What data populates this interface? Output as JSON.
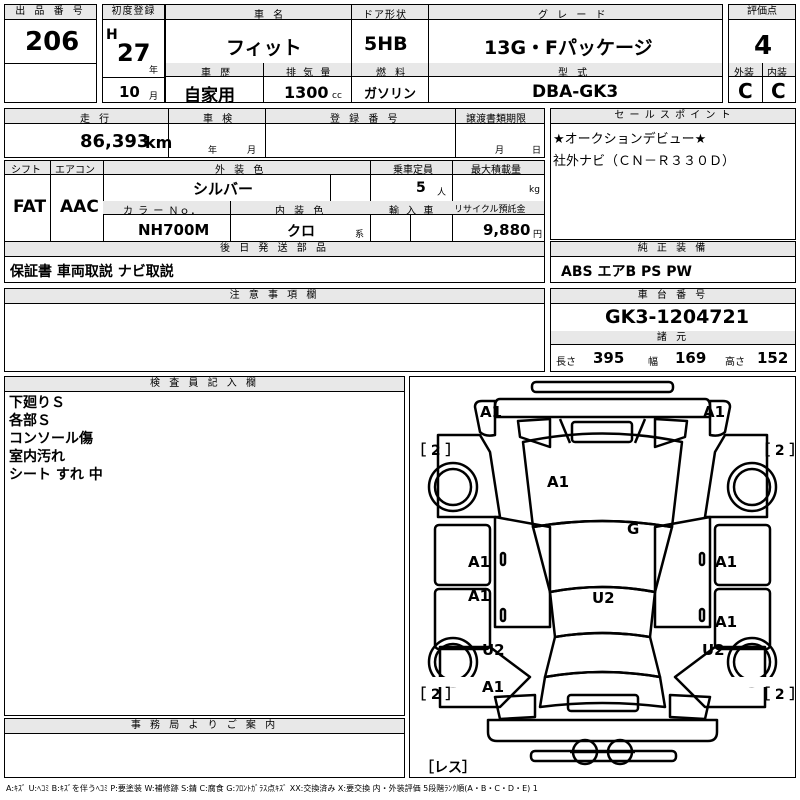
{
  "headers": {
    "lot_no": "出 品 番 号",
    "first_reg": "初度登録",
    "car_name": "車 名",
    "door": "ドア形状",
    "grade": "グ レ ー ド",
    "score": "評価点",
    "history": "車 歴",
    "displacement": "排 気 量",
    "fuel": "燃 料",
    "model": "型 式",
    "ext": "外装",
    "int": "内装",
    "mileage": "走 行",
    "inspection": "車 検",
    "reg_no": "登 録 番 号",
    "transfer_deadline": "譲渡書類期限",
    "sales_point": "セ ー ル ス ポ イ ン ト",
    "shift": "シフト",
    "aircon": "エアコン",
    "exterior_color": "外 装 色",
    "capacity": "乗車定員",
    "max_load": "最大積載量",
    "color_no": "カ ラ ー Ｎｏ．",
    "interior_color": "内 装 色",
    "import": "輸 入 車",
    "recycle": "リサイクル預託金",
    "later_parts": "後 日 発 送 部 品",
    "genuine_equipment": "純 正 装 備",
    "notes": "注 意 事 項 欄",
    "chassis_no": "車 台 番 号",
    "specs": "諸 元",
    "inspector": "検 査 員 記 入 欄",
    "office": "事 務 局 よ り ご 案 内"
  },
  "vehicle": {
    "lot_no": "206",
    "era": "H",
    "year": "27",
    "year_unit": "年",
    "month": "10",
    "month_unit": "月",
    "name": "フィット",
    "door": "5HB",
    "grade": "13G・Fパッケージ",
    "score": "4",
    "history": "自家用",
    "displacement": "1300",
    "displacement_unit": "cc",
    "fuel": "ガソリン",
    "model": "DBA-GK3",
    "ext_grade": "C",
    "int_grade": "C",
    "mileage": "86,393",
    "mileage_unit": "km",
    "inspection_year_unit": "年",
    "inspection_month_unit": "月",
    "transfer_month_unit": "月",
    "transfer_day_unit": "日",
    "shift": "FAT",
    "aircon": "AAC",
    "exterior_color": "シルバー",
    "capacity": "5",
    "capacity_unit": "人",
    "max_load_unit": "kg",
    "color_no": "NH700M",
    "interior_color": "クロ",
    "interior_suffix": "系",
    "recycle": "9,880",
    "recycle_unit": "円",
    "later_parts": "保証書 車両取説 ナビ取説",
    "genuine_equipment": "ABS エアB PS PW",
    "chassis_no": "GK3-1204721",
    "length_label": "長さ",
    "length": "395",
    "width_label": "幅",
    "width": "169",
    "height_label": "高さ",
    "height": "152"
  },
  "sales_points": [
    "★オークションデビュー★",
    "社外ナビ（ＣＮ－Ｒ３３０Ｄ）"
  ],
  "inspector_notes": [
    "下廻りＳ",
    "各部Ｓ",
    "コンソール傷",
    "室内汚れ",
    "シート すれ 中"
  ],
  "diagram": {
    "front_left": "A1",
    "front_right": "A1",
    "hood": "A1",
    "windshield": "G",
    "left_front_door": "A1",
    "left_rear_door": "A1",
    "right_front_door": "A1",
    "right_rear_door": "A1",
    "roof": "U2",
    "left_rear_quarter": "U2",
    "right_rear_quarter": "U2",
    "rear_left": "A1",
    "tire_fl": "［ 2 ］",
    "tire_fr": "［ 2 ］",
    "tire_rl": "［ 2 ］",
    "tire_rr": "［ 2 ］",
    "spare": "［レス］"
  },
  "legend": "A:ｷｽﾞ U:ﾍｺﾐ B:ｷｽﾞを伴うﾍｺﾐ P:要塗装 W:補修跡 S:錆 C:腐食 G:ﾌﾛﾝﾄｶﾞﾗｽ点ｷｽﾞ XX:交換済み X:要交換 内・外装評価 5段階ﾗﾝｸ順(A・B・C・D・E) 1"
}
